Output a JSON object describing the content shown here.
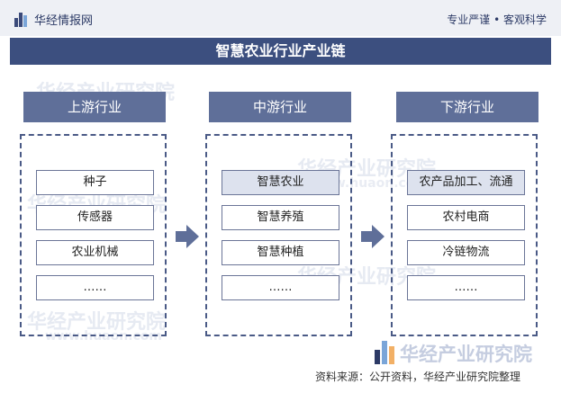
{
  "header": {
    "brand": "华经情报网",
    "slogan": "专业严谨 • 客观科学"
  },
  "title": "智慧农业行业产业链",
  "stages": {
    "upstream": {
      "label": "上游行业",
      "items": [
        "种子",
        "传感器",
        "农业机械",
        "……"
      ]
    },
    "midstream": {
      "label": "中游行业",
      "items": [
        "智慧农业",
        "智慧养殖",
        "智慧种植",
        "……"
      ]
    },
    "downstream": {
      "label": "下游行业",
      "items": [
        "农产品加工、流通",
        "农村电商",
        "冷链物流",
        "……"
      ]
    }
  },
  "watermark": {
    "text": "华经产业研究院",
    "url_text": "www.huaon.com"
  },
  "footer": {
    "brand": "华经产业研究院",
    "source": "资料来源：公开资料，华经产业研究院整理"
  },
  "colors": {
    "title_bg": "#3c4f7f",
    "stage_bg": "#5f6f99",
    "panel_border": "#4a5a86",
    "arrow": "#5f6f99",
    "highlight_bg": "#dde2ee"
  }
}
